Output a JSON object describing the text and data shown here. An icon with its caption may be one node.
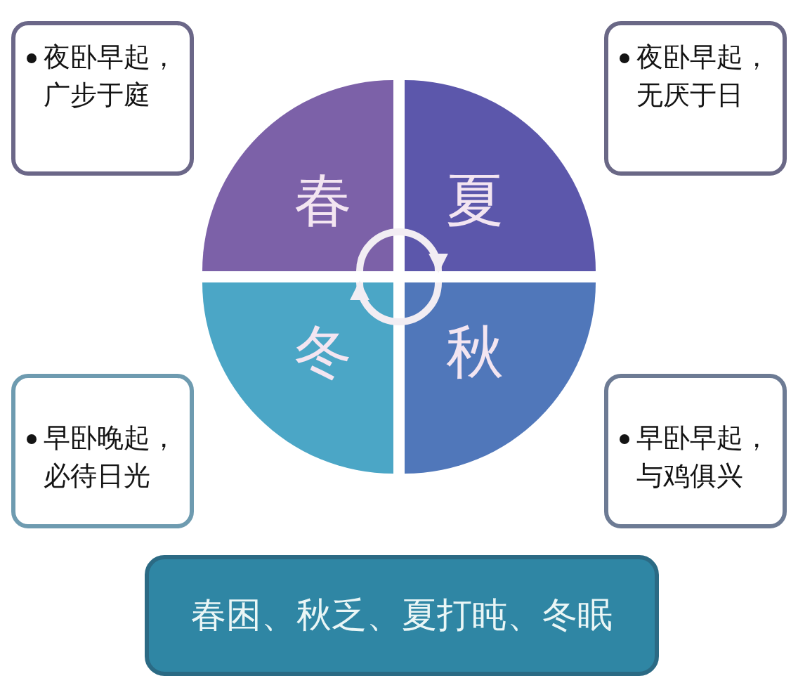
{
  "diagram": {
    "nodes": [
      {
        "text": [
          "夜卧早起，广步于庭"
        ]
      },
      {
        "text": [
          "春"
        ]
      },
      {
        "text": [
          "夏"
        ]
      },
      {
        "text": [
          "夜卧早起，无厌于日"
        ]
      },
      {
        "text": [
          "早卧晚起，必待日光"
        ]
      },
      {
        "text": [
          "冬"
        ]
      },
      {
        "text": [
          "秋"
        ]
      },
      {
        "text": [
          "早卧早起，与鸡俱兴"
        ]
      },
      {
        "text": [
          "春困、秋乏、夏打盹、冬眠"
        ]
      }
    ],
    "edges": [
      {
        "from": 1,
        "to": 2,
        "arrow": "to"
      },
      {
        "from": 6,
        "to": 5,
        "arrow": "to"
      }
    ]
  }
}
